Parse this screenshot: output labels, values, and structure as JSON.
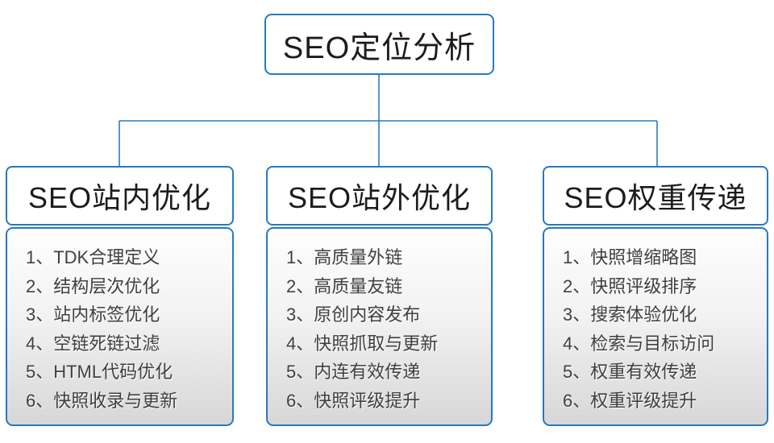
{
  "diagram": {
    "root": {
      "label": "SEO定位分析"
    },
    "branches": [
      {
        "title": "SEO站内优化",
        "items": [
          "1、TDK合理定义",
          "2、结构层次优化",
          "3、站内标签优化",
          "4、空链死链过滤",
          "5、HTML代码优化",
          "6、快照收录与更新"
        ]
      },
      {
        "title": "SEO站外优化",
        "items": [
          "1、高质量外链",
          "2、高质量友链",
          "3、原创内容发布",
          "4、快照抓取与更新",
          "5、内连有效传递",
          "6、快照评级提升"
        ]
      },
      {
        "title": "SEO权重传递",
        "items": [
          "1、快照增缩略图",
          "2、快照评级排序",
          "3、搜索体验优化",
          "4、检索与目标访问",
          "5、权重有效传递",
          "6、权重评级提升"
        ]
      }
    ],
    "colors": {
      "border_blue": "#2679c2",
      "connector_blue": "#2b7cc0",
      "panel_gradient_top": "#fefefe",
      "panel_gradient_bottom": "#d7d7d7",
      "header_text": "#1c1c1c",
      "list_text": "#3f3f3f"
    }
  }
}
